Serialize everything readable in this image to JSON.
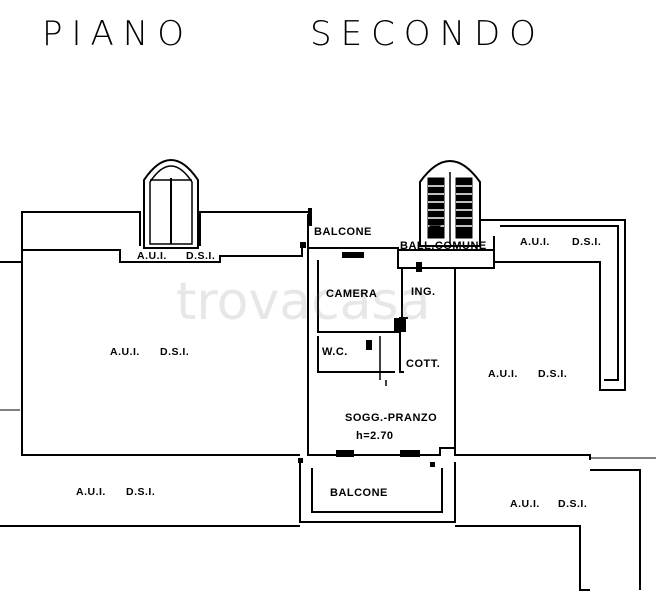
{
  "title": {
    "left": "PIANO",
    "right": "SECONDO"
  },
  "rooms": {
    "balcone_top": "BALCONE",
    "ball_comune": "BALL.COMUNE",
    "camera": "CAMERA",
    "ing": "ING.",
    "wc": "W.C.",
    "cott": "COTT.",
    "sogg_pranzo": "SOGG.-PRANZO",
    "height": "h=2.70",
    "balcone_bottom": "BALCONE"
  },
  "other_units": {
    "top_left": {
      "a": "A.U.I.",
      "b": "D.S.I."
    },
    "top_right": {
      "a": "A.U.I.",
      "b": "D.S.I."
    },
    "mid_left": {
      "a": "A.U.I.",
      "b": "D.S.I."
    },
    "mid_right": {
      "a": "A.U.I.",
      "b": "D.S.I."
    },
    "bottom_left": {
      "a": "A.U.I.",
      "b": "D.S.I."
    },
    "bottom_right": {
      "a": "A.U.I.",
      "b": "D.S.I."
    }
  },
  "watermark": "trovacasa",
  "colors": {
    "ink": "#000000",
    "background": "#ffffff"
  }
}
